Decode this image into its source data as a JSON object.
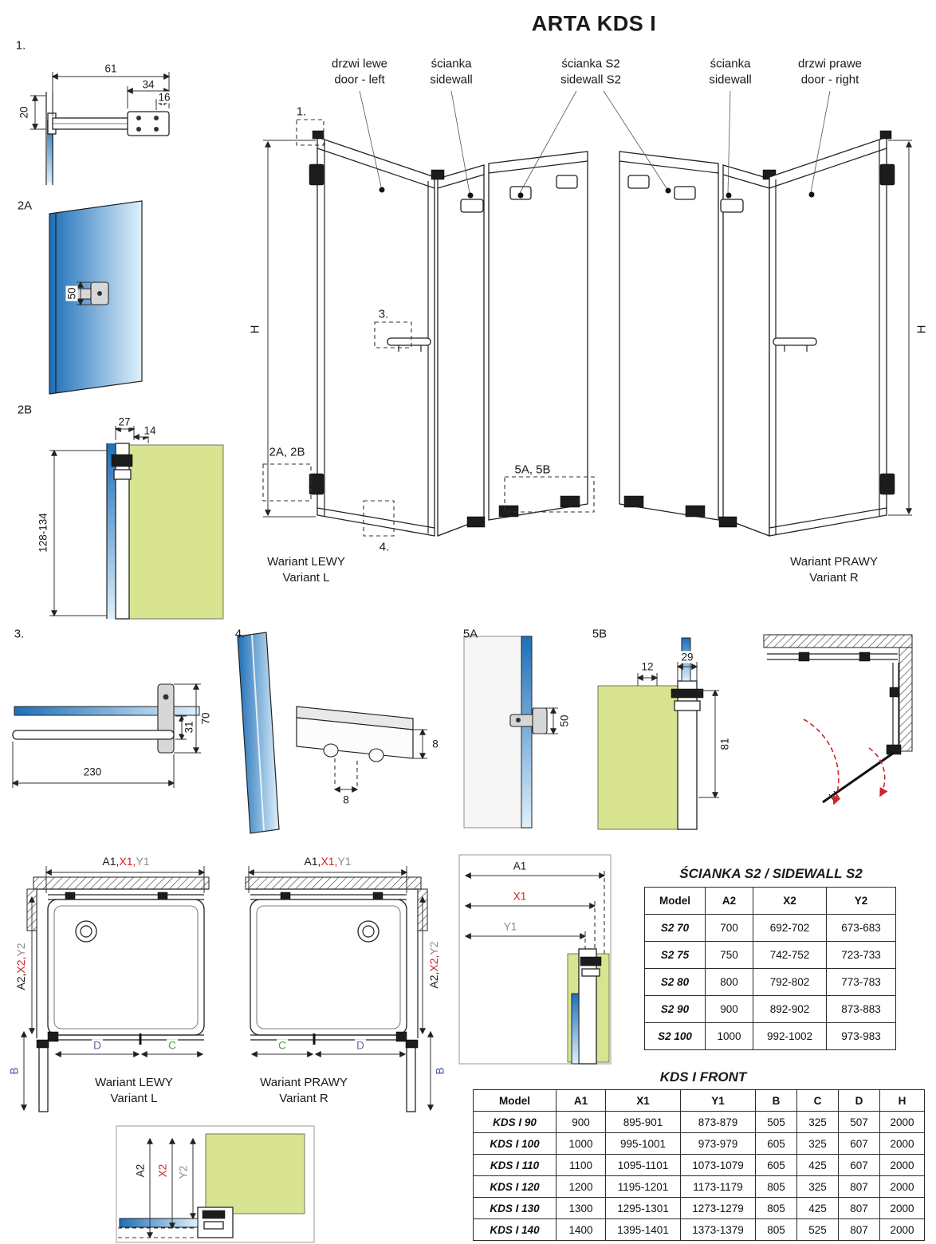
{
  "title": "ARTA KDS I",
  "colors": {
    "red": "#d2232a",
    "gray": "#8c8c8c",
    "green": "#39a935",
    "purple": "#7d57a5",
    "blue_b": "#3b54a5",
    "glass_dark": "#1d6fb8",
    "glass_light": "#dff0fb",
    "wall_green": "#d9e491"
  },
  "details": {
    "d1": {
      "label": "1.",
      "dims": {
        "w": "61",
        "w2": "34",
        "w3": "16",
        "h": "20"
      }
    },
    "d2a": {
      "label": "2A",
      "dims": {
        "h": "50"
      }
    },
    "d2b": {
      "label": "2B",
      "dims": {
        "w": "27",
        "w2": "14",
        "h": "128-134"
      }
    },
    "d3": {
      "label": "3.",
      "dims": {
        "h": "70",
        "h2": "31",
        "w": "230"
      }
    },
    "d4": {
      "label": "4.",
      "dims": {
        "h": "8",
        "w": "8"
      }
    },
    "d5a": {
      "label": "5A",
      "dims": {
        "h": "50"
      }
    },
    "d5b": {
      "label": "5B",
      "dims": {
        "w": "29",
        "w2": "12",
        "h": "81"
      }
    }
  },
  "main": {
    "labels": {
      "door_left_pl": "drzwi lewe",
      "door_left_en": "door - left",
      "sidewall_left_pl": "ścianka",
      "sidewall_left_en": "sidewall",
      "s2_pl": "ścianka S2",
      "s2_en": "sidewall S2",
      "sidewall_right_pl": "ścianka",
      "sidewall_right_en": "sidewall",
      "door_right_pl": "drzwi prawe",
      "door_right_en": "door - right"
    },
    "annotations": {
      "a1": "1.",
      "a3": "3.",
      "a2ab": "2A, 2B",
      "a4": "4.",
      "a5ab": "5A, 5B",
      "h": "H"
    },
    "captions": {
      "left_pl": "Wariant LEWY",
      "left_en": "Variant L",
      "right_pl": "Wariant PRAWY",
      "right_en": "Variant R"
    }
  },
  "plans": {
    "axis_top": [
      "A1,",
      "X1,",
      "Y1"
    ],
    "axis_side": [
      "A2,",
      "X2,",
      "Y2"
    ],
    "b": "B",
    "c": "C",
    "d": "D",
    "mid_labels": {
      "a1": "A1",
      "x1": "X1",
      "y1": "Y1"
    },
    "corner_labels": {
      "a2": "A2",
      "x2": "X2",
      "y2": "Y2"
    }
  },
  "tables": {
    "s2": {
      "title": "ŚCIANKA S2 / SIDEWALL S2",
      "headers": [
        "Model",
        "A2",
        "X2",
        "Y2"
      ],
      "rows": [
        [
          "S2 70",
          "700",
          "692-702",
          "673-683"
        ],
        [
          "S2 75",
          "750",
          "742-752",
          "723-733"
        ],
        [
          "S2 80",
          "800",
          "792-802",
          "773-783"
        ],
        [
          "S2 90",
          "900",
          "892-902",
          "873-883"
        ],
        [
          "S2 100",
          "1000",
          "992-1002",
          "973-983"
        ]
      ]
    },
    "front": {
      "title": "KDS I FRONT",
      "headers": [
        "Model",
        "A1",
        "X1",
        "Y1",
        "B",
        "C",
        "D",
        "H"
      ],
      "rows": [
        [
          "KDS I 90",
          "900",
          "895-901",
          "873-879",
          "505",
          "325",
          "507",
          "2000"
        ],
        [
          "KDS I 100",
          "1000",
          "995-1001",
          "973-979",
          "605",
          "325",
          "607",
          "2000"
        ],
        [
          "KDS I 110",
          "1100",
          "1095-1101",
          "1073-1079",
          "605",
          "425",
          "607",
          "2000"
        ],
        [
          "KDS I 120",
          "1200",
          "1195-1201",
          "1173-1179",
          "805",
          "325",
          "807",
          "2000"
        ],
        [
          "KDS I 130",
          "1300",
          "1295-1301",
          "1273-1279",
          "805",
          "425",
          "807",
          "2000"
        ],
        [
          "KDS I 140",
          "1400",
          "1395-1401",
          "1373-1379",
          "805",
          "525",
          "807",
          "2000"
        ]
      ]
    }
  }
}
